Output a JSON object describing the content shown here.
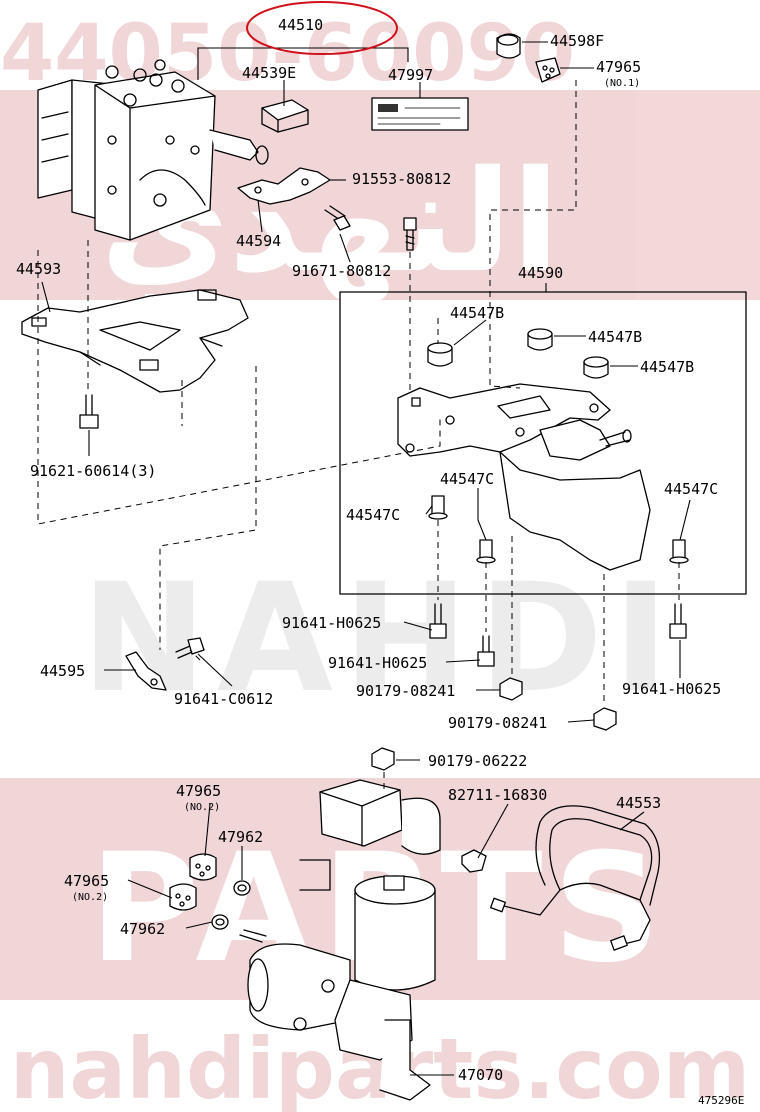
{
  "watermark": {
    "part_number": "44050-60090",
    "arabic": "النهدي",
    "brand": "NAHDI",
    "brand_sub": "PARTS",
    "site": "nahdiparts.com",
    "color": "#b5252c"
  },
  "highlight_color": "#d0111b",
  "labels": {
    "p44510": "44510",
    "p44539E": "44539E",
    "p47997": "47997",
    "p44598F": "44598F",
    "p47965_top": "47965",
    "p47965_top_note": "(NO.1)",
    "p91553": "91553-80812",
    "p44594": "44594",
    "p91671": "91671-80812",
    "p44593": "44593",
    "p44590": "44590",
    "p44547B_1": "44547B",
    "p44547B_2": "44547B",
    "p44547B_3": "44547B",
    "p91621": "91621-60614(3)",
    "p44547C_1": "44547C",
    "p44547C_2": "44547C",
    "p44547C_3": "44547C",
    "p91641_1": "91641-H0625",
    "p91641_2": "91641-H0625",
    "p91641_3": "91641-H0625",
    "p44595": "44595",
    "p91641_C": "91641-C0612",
    "p90179_1": "90179-08241",
    "p90179_2": "90179-08241",
    "p90179_3": "90179-06222",
    "p47965_a": "47965",
    "p47965_a_note": "(NO.2)",
    "p47962_a": "47962",
    "p82711": "82711-16830",
    "p44553": "44553",
    "p47965_b": "47965",
    "p47965_b_note": "(NO.2)",
    "p47962_b": "47962",
    "p47070": "47070"
  },
  "figure_code": "475296E"
}
